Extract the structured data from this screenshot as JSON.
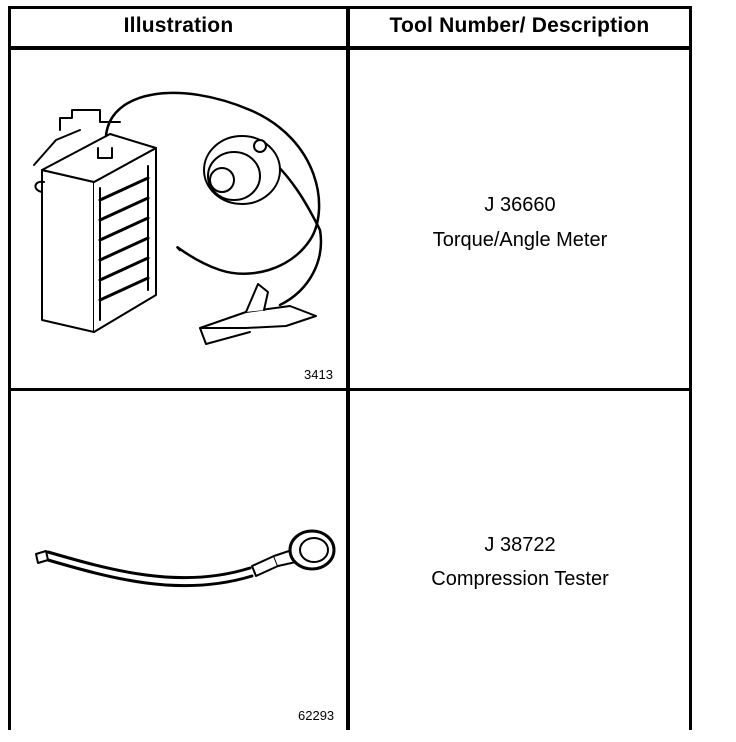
{
  "table": {
    "headers": {
      "illustration": "Illustration",
      "tool": "Tool Number/ Description"
    },
    "rows": [
      {
        "figure_number": "3413",
        "tool_number": "J 36660",
        "description": "Torque/Angle Meter",
        "illustration_icon": "torque-angle-meter-icon"
      },
      {
        "figure_number": "62293",
        "tool_number": "J 38722",
        "description": "Compression Tester",
        "illustration_icon": "compression-tester-icon"
      }
    ]
  }
}
